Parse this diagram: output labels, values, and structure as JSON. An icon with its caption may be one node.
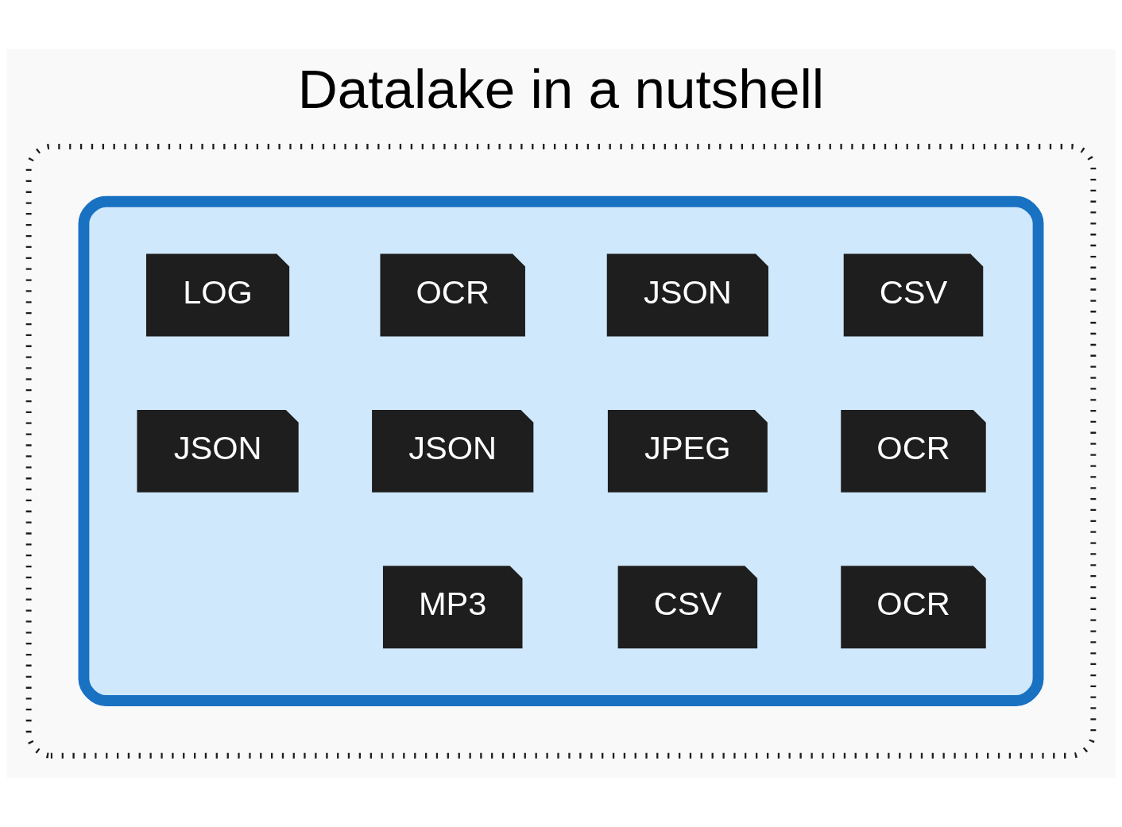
{
  "diagram": {
    "title": "Datalake in a nutshell",
    "nodes": [
      {
        "text": [],
        "shape": "box"
      },
      {
        "text": [],
        "shape": "blob",
        "in": 0
      },
      {
        "text": [
          "CSV"
        ],
        "in": 1
      },
      {
        "text": [
          "JSON"
        ],
        "in": 1
      },
      {
        "text": [
          "OCR"
        ],
        "in": 1
      },
      {
        "text": [
          "LOG"
        ],
        "in": 1
      },
      {
        "text": [
          "OCR"
        ],
        "in": 1
      },
      {
        "text": [
          "JPEG"
        ],
        "in": 1
      },
      {
        "text": [
          "JSON"
        ],
        "in": 1
      },
      {
        "text": [
          "JSON"
        ],
        "in": 1
      },
      {
        "text": [
          "OCR"
        ],
        "in": 1
      },
      {
        "text": [
          "CSV"
        ],
        "in": 1
      },
      {
        "text": [
          "MP3"
        ],
        "in": 1
      }
    ],
    "edges": []
  }
}
